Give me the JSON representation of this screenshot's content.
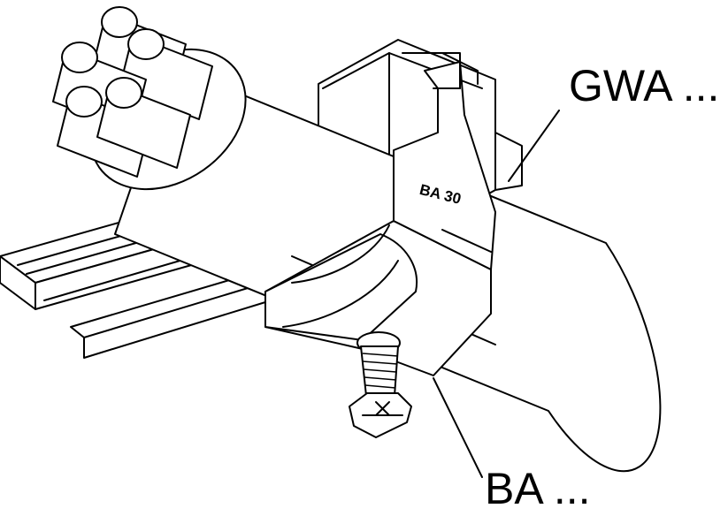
{
  "labels": {
    "rail_callout": "GWA ...",
    "clamp_callout": "BA ...",
    "clamp_marking": "BA 30"
  },
  "colors": {
    "line": "#000000",
    "fill": "#ffffff"
  }
}
